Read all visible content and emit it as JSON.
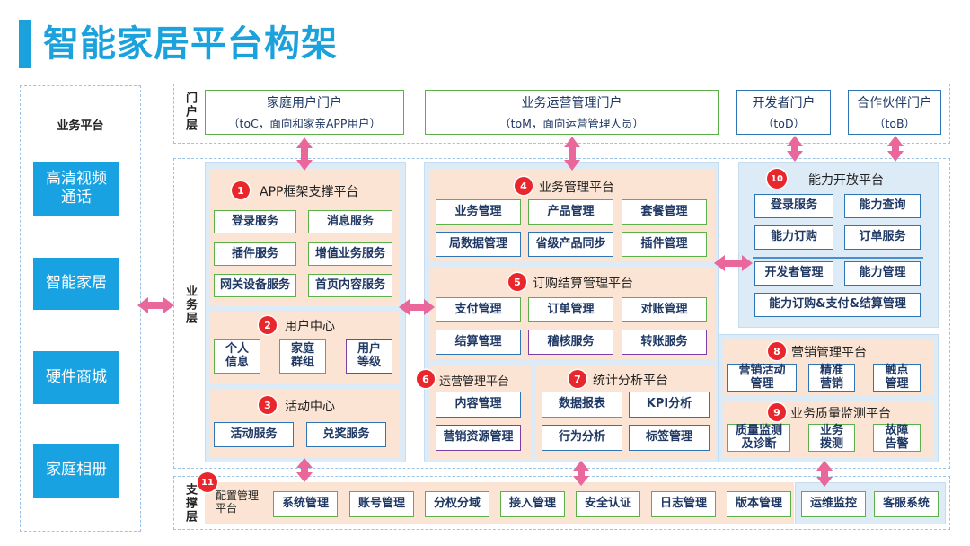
{
  "title": "智能家居平台构架",
  "business_platform": {
    "label": "业务平台",
    "items": [
      "高清视频\n通话",
      "智能家居",
      "硬件商城",
      "家庭相册"
    ]
  },
  "portal": {
    "layer_label": "门户层",
    "items": [
      {
        "name": "家庭用户门户",
        "sub": "（toC，面向和家亲APP用户）"
      },
      {
        "name": "业务运营管理门户",
        "sub": "（toM，面向运营管理人员）"
      },
      {
        "name": "开发者门户",
        "sub": "（toD）"
      },
      {
        "name": "合作伙伴门户",
        "sub": "（toB）"
      }
    ]
  },
  "business": {
    "layer_label": "业务层",
    "app_framework": {
      "num": "1",
      "title": "APP框架支撑平台",
      "items": [
        "登录服务",
        "消息服务",
        "插件服务",
        "增值业务服务",
        "网关设备服务",
        "首页内容服务"
      ]
    },
    "user_center": {
      "num": "2",
      "title": "用户中心",
      "items": [
        "个人\n信息",
        "家庭\n群组",
        "用户\n等级"
      ]
    },
    "activity_center": {
      "num": "3",
      "title": "活动中心",
      "items": [
        "活动服务",
        "兑奖服务"
      ]
    },
    "business_mgmt": {
      "num": "4",
      "title": "业务管理平台",
      "items": [
        "业务管理",
        "产品管理",
        "套餐管理",
        "局数据管理",
        "省级产品同步",
        "插件管理"
      ]
    },
    "order_settlement": {
      "num": "5",
      "title": "订购结算管理平台",
      "items": [
        "支付管理",
        "订单管理",
        "对账管理",
        "结算管理",
        "稽核服务",
        "转账服务"
      ]
    },
    "operations": {
      "num": "6",
      "title": "运营管理平台",
      "items": [
        "内容管理",
        "营销资源管理"
      ]
    },
    "statistics": {
      "num": "7",
      "title": "统计分析平台",
      "items": [
        "数据报表",
        "KPI分析",
        "行为分析",
        "标签管理"
      ]
    },
    "marketing": {
      "num": "8",
      "title": "营销管理平台",
      "items": [
        "营销活动\n管理",
        "精准\n营销",
        "触点\n管理"
      ]
    },
    "quality": {
      "num": "9",
      "title": "业务质量监测平台",
      "items": [
        "质量监测\n及诊断",
        "业务\n拨测",
        "故障\n告警"
      ]
    },
    "capability_open": {
      "num": "10",
      "title": "能力开放平台",
      "items": [
        "登录服务",
        "能力查询",
        "能力订购",
        "订单服务",
        "开发者管理",
        "能力管理",
        "能力订购&支付&结算管理"
      ]
    }
  },
  "support": {
    "layer_label": "支撑层",
    "config": {
      "num": "11",
      "title": "配置管理\n平台",
      "items": [
        "系统管理",
        "账号管理",
        "分权分域",
        "接入管理",
        "安全认证",
        "日志管理",
        "版本管理"
      ]
    },
    "others": [
      "运维监控",
      "客服系统"
    ]
  },
  "colors": {
    "accent": "#1ba1dc",
    "arrow": "#e9679a",
    "marker": "#e8262b",
    "green_border": "#5bb04a",
    "blue_border": "#2e75b6",
    "purple_border": "#7b3fa6",
    "section_fill": "#fbe4d3",
    "panel_fill": "#ddebf7"
  }
}
